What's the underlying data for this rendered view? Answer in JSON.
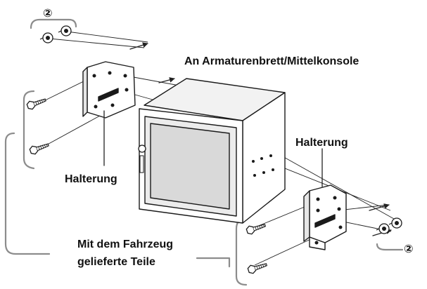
{
  "labels": {
    "title": "An Armaturenbrett/Mittelkonsole",
    "bracket_left": "Halterung",
    "bracket_right": "Halterung",
    "vehicle_parts_line1": "Mit dem Fahrzeug",
    "vehicle_parts_line2": "gelieferte Teile",
    "callout_top_left": "②",
    "callout_bottom_right": "②"
  },
  "colors": {
    "line": "#222222",
    "bracket_grey": "#8c8c8c",
    "unit_top": "#f2f2f2",
    "unit_side": "#ffffff",
    "screen": "#d9d9d9"
  },
  "icons": {
    "screw": "screw-icon",
    "nut": "screw-icon",
    "arrow": "arrow-icon"
  }
}
